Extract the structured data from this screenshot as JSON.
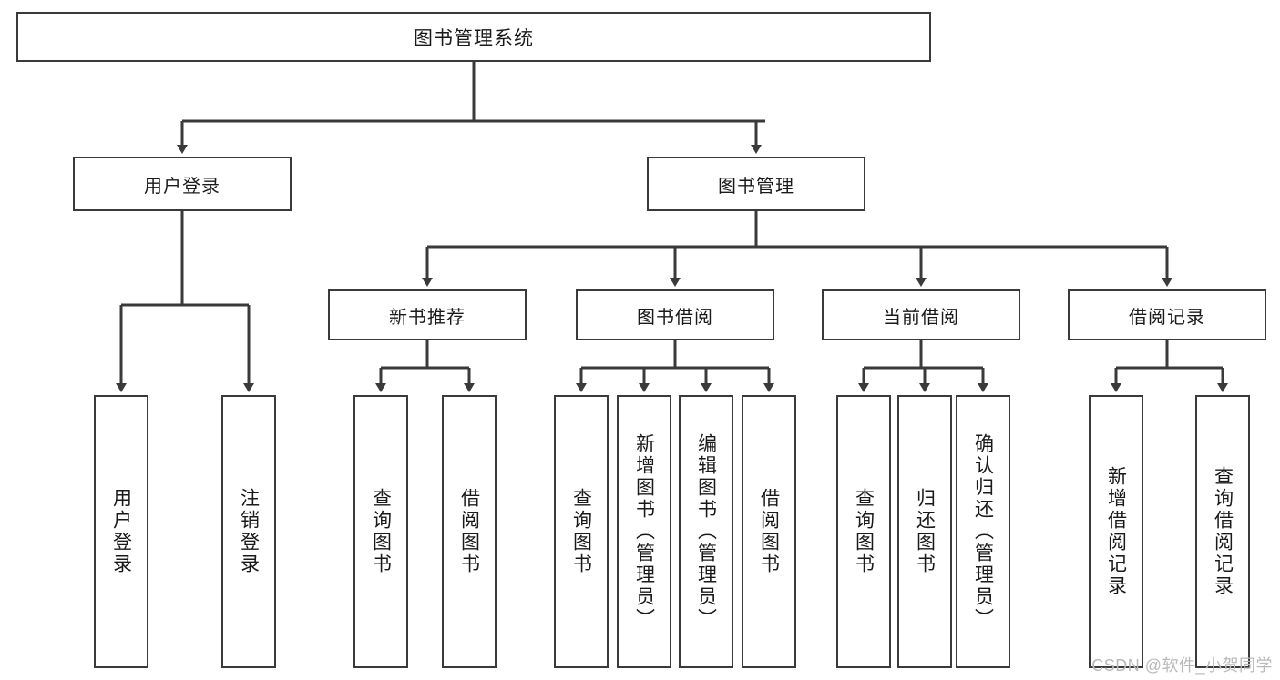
{
  "diagram": {
    "title": "图书管理系统",
    "type": "功能结构图",
    "stroke_color": "#3a3a3a",
    "fill_color": "#ffffff",
    "text_color": "#1a1a1a"
  },
  "root": {
    "label": "图书管理系统"
  },
  "level2": [
    {
      "label": "用户登录"
    },
    {
      "label": "图书管理"
    }
  ],
  "level3": [
    {
      "label": "新书推荐"
    },
    {
      "label": "图书借阅"
    },
    {
      "label": "当前借阅"
    },
    {
      "label": "借阅记录"
    }
  ],
  "leaves": {
    "user_login": [
      {
        "label": "用户登录"
      },
      {
        "label": "注销登录"
      }
    ],
    "new_book_recommend": [
      {
        "label": "查询图书"
      },
      {
        "label": "借阅图书"
      }
    ],
    "book_borrow": [
      {
        "label": "查询图书"
      },
      {
        "label": "新增图书（管理员）"
      },
      {
        "label": "编辑图书（管理员）"
      },
      {
        "label": "借阅图书"
      }
    ],
    "current_borrow": [
      {
        "label": "查询图书"
      },
      {
        "label": "归还图书"
      },
      {
        "label": "确认归还（管理员）"
      }
    ],
    "borrow_record": [
      {
        "label": "新增借阅记录"
      },
      {
        "label": "查询借阅记录"
      }
    ]
  },
  "watermark": {
    "text": "CSDN @软件_小贺同学"
  }
}
